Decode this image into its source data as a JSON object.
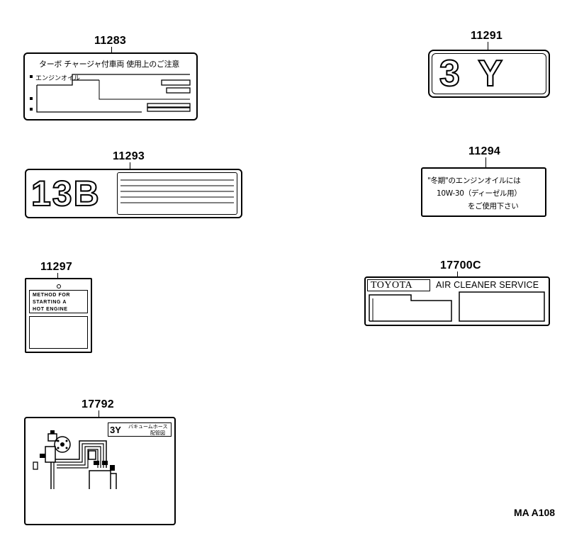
{
  "labels": {
    "l11283": {
      "part_no": "11283",
      "title": "ターボ チャージャ付車両 使用上のご注意",
      "line1": "エンジンオイル"
    },
    "l11291": {
      "part_no": "11291",
      "engine": "3 Y"
    },
    "l11293": {
      "part_no": "11293",
      "engine": "13B"
    },
    "l11294": {
      "part_no": "11294",
      "line1": "\"冬期\"のエンジンオイルには",
      "line2": "10W-30（ディーゼル用）",
      "line3": "をご使用下さい"
    },
    "l11297": {
      "part_no": "11297",
      "line1": "METHOD  FOR",
      "line2": "STARTING  A",
      "line3": "HOT  ENGINE"
    },
    "l17700c": {
      "part_no": "17700C",
      "brand": "TOYOTA",
      "title": "AIR CLEANER SERVICE"
    },
    "l17792": {
      "part_no": "17792",
      "engine": "3Y",
      "title_line1": "バキュームホース",
      "title_line2": "配管図"
    }
  },
  "reference_code": "MA A108"
}
